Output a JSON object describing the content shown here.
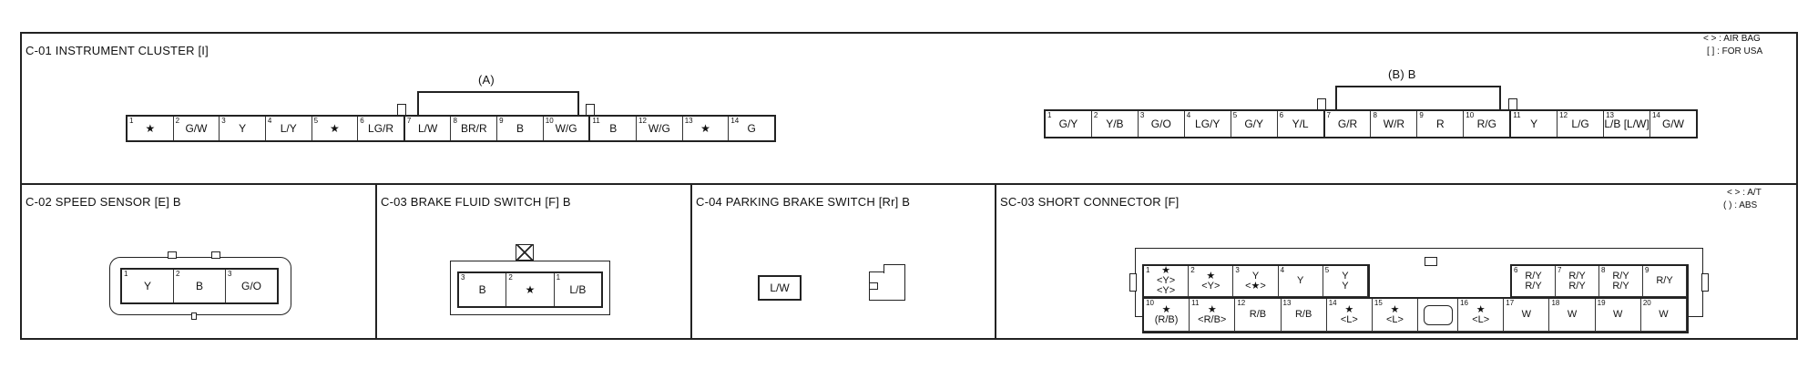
{
  "legend_top": {
    "airbag": "< > : AIR BAG",
    "usa": "[  ] : FOR USA"
  },
  "legend_sc03": {
    "at": "< > : A/T",
    "abs": "(  ) : ABS"
  },
  "c01": {
    "title": "C-01 INSTRUMENT CLUSTER [I]",
    "a_label": "(A)",
    "b_label": "(B) B",
    "a_pins": [
      {
        "n": "1",
        "w": "★"
      },
      {
        "n": "2",
        "w": "G/W"
      },
      {
        "n": "3",
        "w": "Y"
      },
      {
        "n": "4",
        "w": "L/Y"
      },
      {
        "n": "5",
        "w": "★"
      },
      {
        "n": "6",
        "w": "LG/R"
      },
      {
        "n": "7",
        "w": "L/W"
      },
      {
        "n": "8",
        "w": "BR/R"
      },
      {
        "n": "9",
        "w": "B"
      },
      {
        "n": "10",
        "w": "W/G"
      },
      {
        "n": "11",
        "w": "B"
      },
      {
        "n": "12",
        "w": "W/G"
      },
      {
        "n": "13",
        "w": "★"
      },
      {
        "n": "14",
        "w": "G"
      }
    ],
    "b_pins": [
      {
        "n": "1",
        "w": "G/Y"
      },
      {
        "n": "2",
        "w": "Y/B"
      },
      {
        "n": "3",
        "w": "G/O"
      },
      {
        "n": "4",
        "w": "LG/Y"
      },
      {
        "n": "5",
        "w": "G/Y"
      },
      {
        "n": "6",
        "w": "Y/L"
      },
      {
        "n": "7",
        "w": "G/R"
      },
      {
        "n": "8",
        "w": "W/R"
      },
      {
        "n": "9",
        "w": "R"
      },
      {
        "n": "10",
        "w": "R/G"
      },
      {
        "n": "11",
        "w": "Y"
      },
      {
        "n": "12",
        "w": "L/G"
      },
      {
        "n": "13",
        "w": "L/B [L/W]"
      },
      {
        "n": "14",
        "w": "G/W"
      }
    ]
  },
  "c02": {
    "title": "C-02 SPEED SENSOR [E] B",
    "pins": [
      {
        "n": "1",
        "w": "Y"
      },
      {
        "n": "2",
        "w": "B"
      },
      {
        "n": "3",
        "w": "G/O"
      }
    ]
  },
  "c03": {
    "title": "C-03 BRAKE FLUID SWITCH [F] B",
    "pins": [
      {
        "n": "3",
        "w": "B"
      },
      {
        "n": "2",
        "w": "★"
      },
      {
        "n": "1",
        "w": "L/B"
      }
    ]
  },
  "c04": {
    "title": "C-04 PARKING BRAKE SWITCH [Rr] B",
    "wire": "L/W"
  },
  "sc03": {
    "title": "SC-03 SHORT CONNECTOR [F]",
    "top_row": [
      {
        "n": "1",
        "w": "★\n<Y>\n<Y>"
      },
      {
        "n": "2",
        "w": "★\n<Y>"
      },
      {
        "n": "3",
        "w": "Y\n<★>"
      },
      {
        "n": "4",
        "w": "Y"
      },
      {
        "n": "5",
        "w": "Y\nY"
      },
      {
        "n": "6",
        "w": "R/Y\nR/Y"
      },
      {
        "n": "7",
        "w": "R/Y\nR/Y"
      },
      {
        "n": "8",
        "w": "R/Y\nR/Y"
      },
      {
        "n": "9",
        "w": "R/Y"
      }
    ],
    "bottom_row": [
      {
        "n": "10",
        "w": "★\n(R/B)"
      },
      {
        "n": "11",
        "w": "★\n<R/B>"
      },
      {
        "n": "12",
        "w": "R/B"
      },
      {
        "n": "13",
        "w": "R/B"
      },
      {
        "n": "14",
        "w": "★\n<L>"
      },
      {
        "n": "15",
        "w": "★\n<L>"
      },
      {
        "n": "16",
        "w": "★\n<L>"
      },
      {
        "n": "17",
        "w": "W"
      },
      {
        "n": "18",
        "w": "W"
      },
      {
        "n": "19",
        "w": "W"
      },
      {
        "n": "20",
        "w": "W"
      }
    ]
  }
}
